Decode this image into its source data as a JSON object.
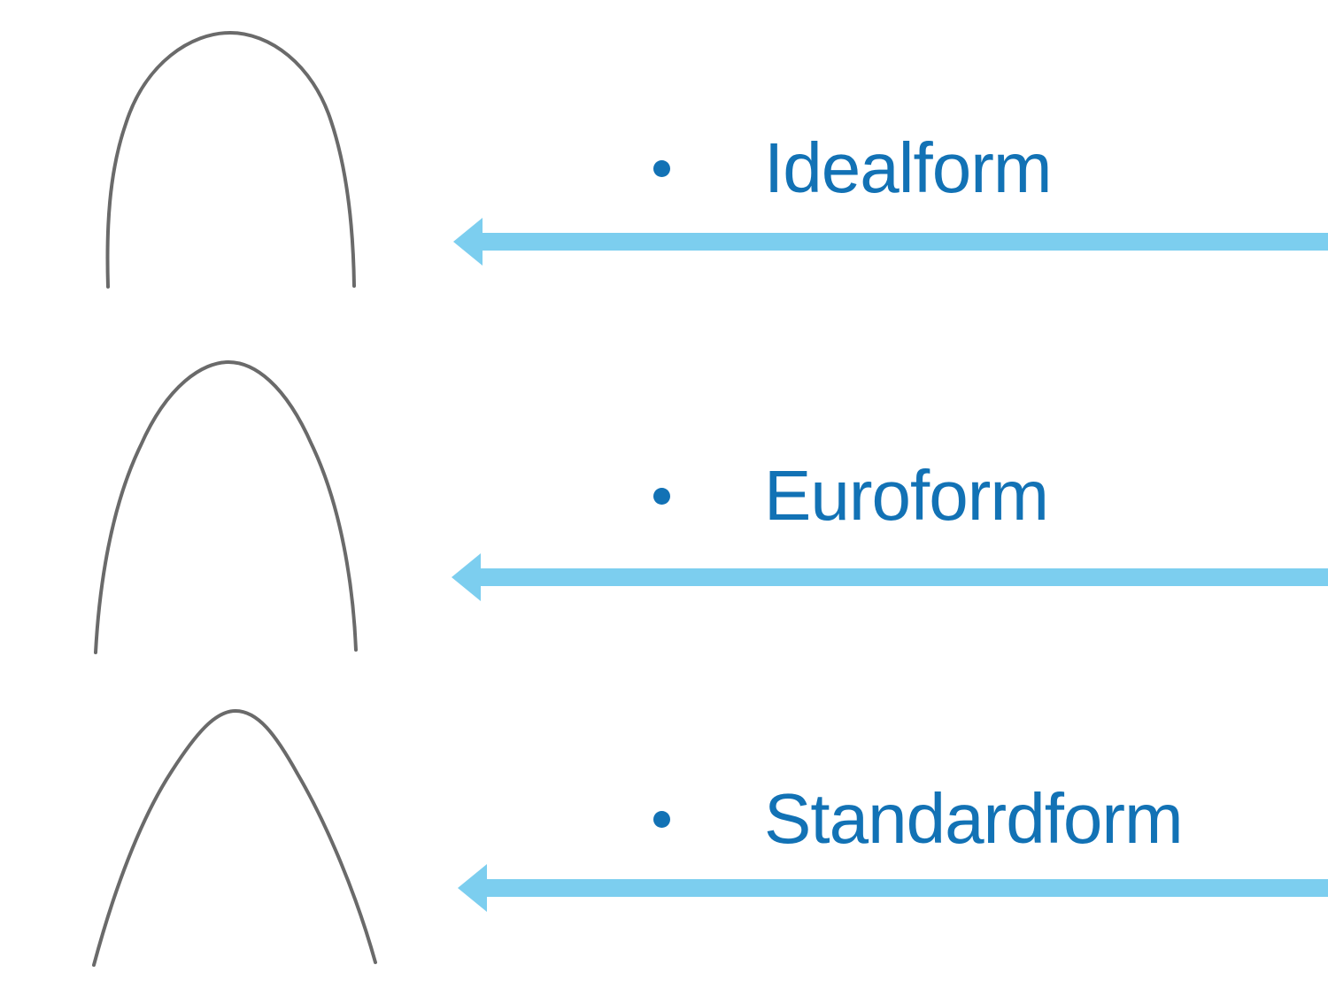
{
  "slide": {
    "background": "#FFFFFF",
    "colors": {
      "label_text": "#1272B5",
      "bullet": "#1272B5",
      "arrow": "#7CCEEF",
      "wire": "#6A6A6A",
      "bg": "#FFFFFF"
    },
    "items": [
      {
        "label": "Idealform",
        "figure": "archwire-idealform",
        "arrow": "left-arrow"
      },
      {
        "label": "Euroform",
        "figure": "archwire-euroform",
        "arrow": "left-arrow"
      },
      {
        "label": "Standardform",
        "figure": "archwire-standardform",
        "arrow": "left-arrow"
      }
    ]
  }
}
